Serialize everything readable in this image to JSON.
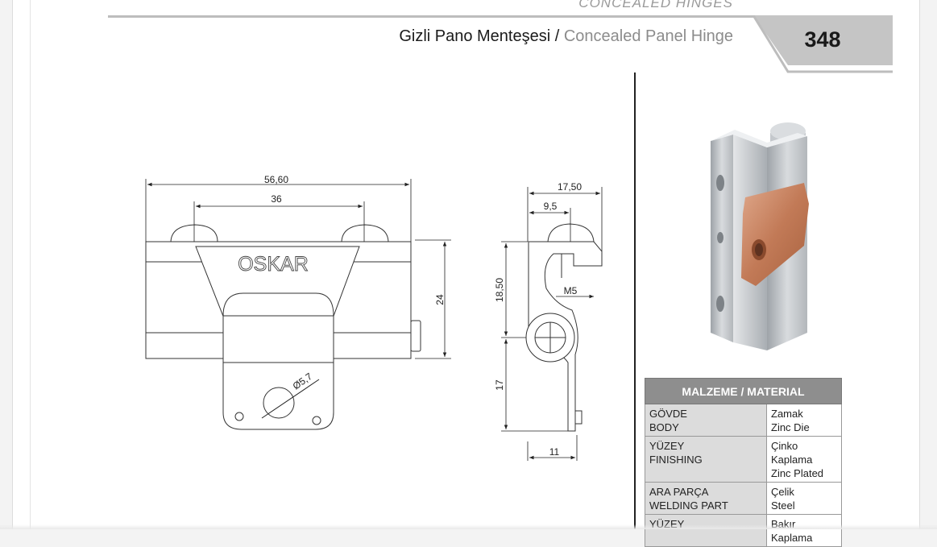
{
  "header": {
    "category": "CONCEALED HINGES",
    "title_tr": "Gizli Pano Menteşesi /",
    "title_en": " Concealed Panel Hinge",
    "page_number": "348"
  },
  "colors": {
    "tab_gray": "#c5c5c5",
    "table_header": "#8e8e8e",
    "table_label_bg": "#dcdcdc",
    "copper": "#c98a6a",
    "zinc": "#c9ccd0"
  },
  "drawing": {
    "front_view": {
      "brand": "OSKAR",
      "dim_overall_width": "56,60",
      "dim_screw_spacing": "36",
      "dim_height": "24",
      "dim_hole": "Ø5,7"
    },
    "side_view": {
      "dim_top_width": "17,50",
      "dim_offset": "9,5",
      "dim_upper_height": "18,50",
      "dim_thread": "M5",
      "dim_lower_height": "17",
      "dim_bottom_width": "11"
    }
  },
  "material": {
    "header": "MALZEME / MATERIAL",
    "rows": [
      {
        "label_tr": "GÖVDE",
        "label_en": "BODY",
        "value_tr": "Zamak",
        "value_en": "Zinc Die"
      },
      {
        "label_tr": "YÜZEY",
        "label_en": "FINISHING",
        "value_tr": "Çinko Kaplama",
        "value_en": "Zinc Plated"
      },
      {
        "label_tr": "ARA PARÇA",
        "label_en": "WELDING PART",
        "value_tr": "Çelik",
        "value_en": "Steel"
      },
      {
        "label_tr": "YÜZEY",
        "label_en": "",
        "value_tr": "Bakır Kaplama",
        "value_en": ""
      }
    ]
  }
}
